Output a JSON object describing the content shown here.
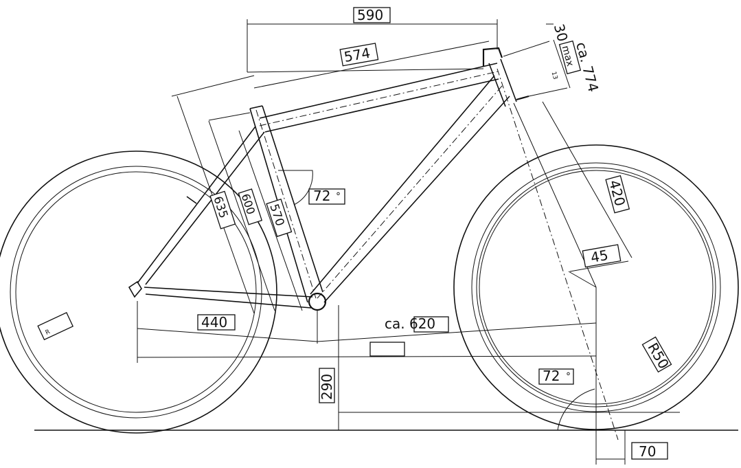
{
  "drawing": {
    "dimensions": {
      "wheelbase_top": "590",
      "top_tube": "574",
      "head_tube_length": "30",
      "head_tube_note": "max",
      "fork_length": "ca. 774",
      "small_13": "13",
      "seat_tube_635": "635",
      "seat_tube_600": "600",
      "seat_tube_570": "570",
      "seat_angle": "72",
      "fork_420": "420",
      "fork_offset": "45",
      "chainstay": "440",
      "front_center": "ca. 620",
      "bb_height": "290",
      "head_angle": "72",
      "wheel_radius": "R50",
      "trail": "70",
      "rear_radius": "R"
    },
    "degree_symbol": "°"
  }
}
